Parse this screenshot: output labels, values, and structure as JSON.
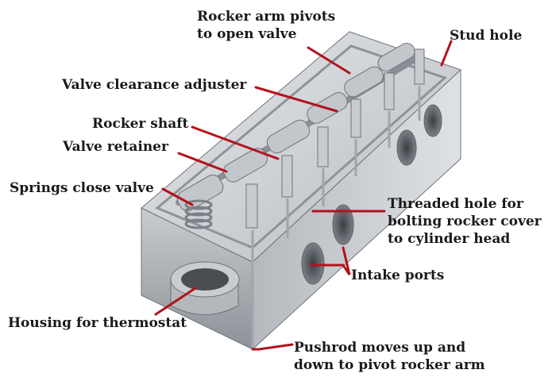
{
  "diagram": {
    "labels": {
      "rocker_arm_pivots": [
        "Rocker arm pivots",
        "to open valve"
      ],
      "stud_hole": "Stud hole",
      "valve_clearance_adjuster": "Valve clearance adjuster",
      "rocker_shaft": "Rocker shaft",
      "valve_retainer": "Valve retainer",
      "springs_close_valve": "Springs close valve",
      "threaded_hole": [
        "Threaded hole for",
        "bolting rocker cover",
        "to cylinder head"
      ],
      "intake_ports": "Intake ports",
      "housing_thermostat": "Housing for thermostat",
      "pushrod": [
        "Pushrod moves up and",
        "down to pivot rocker arm"
      ]
    },
    "colors": {
      "leader_line": "#b3121b",
      "metal_light": "#d4d7db",
      "metal_mid": "#a9aeb4",
      "metal_dark": "#7b8087",
      "text": "#1a1a1a"
    }
  }
}
